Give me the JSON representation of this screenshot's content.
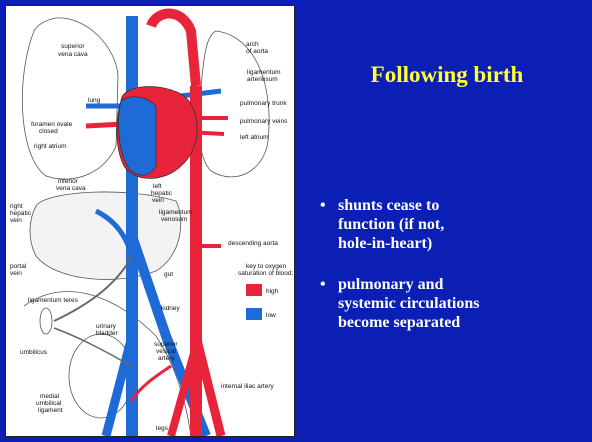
{
  "slide": {
    "title": "Following birth",
    "bullets": [
      {
        "text_lines": [
          "shunts cease to",
          "function (if not,",
          "hole-in-heart)"
        ]
      },
      {
        "text_lines": [
          "pulmonary and",
          "systemic circulations",
          "become separated"
        ]
      }
    ]
  },
  "diagram": {
    "labels": {
      "superior_vena_cava": [
        "superior",
        "vena cava"
      ],
      "lung": "lung",
      "foramen_ovale": [
        "foramen ovale",
        "closed"
      ],
      "right_atrium": "right atrium",
      "inferior_vena_cava": [
        "inferior",
        "vena cava"
      ],
      "left_hepatic_vein": [
        "left",
        "hepatic",
        "vein"
      ],
      "right_hepatic_vein": [
        "right",
        "hepatic",
        "vein"
      ],
      "ligamentum_venosum": [
        "ligamentum",
        "venosum"
      ],
      "portal_vein": [
        "portal",
        "vein"
      ],
      "ligamentum_teres": "ligamentum teres",
      "gut": "gut",
      "kidney": "kidney",
      "urinary_bladder": [
        "urinary",
        "bladder"
      ],
      "umbilicus": "umbilicus",
      "superior_vesical_artery": [
        "superior",
        "vesical",
        "artery"
      ],
      "medial_umbilical_ligament": [
        "medial",
        "umbilical",
        "ligament"
      ],
      "legs": "legs",
      "arch_of_aorta": [
        "arch",
        "of aorta"
      ],
      "ligamentum_arteriosum": [
        "ligamentum",
        "arteriosum"
      ],
      "pulmonary_trunk": "pulmonary trunk",
      "pulmonary_veins": "pulmonary veins",
      "left_atrium": "left atrium",
      "descending_aorta": "descending aorta",
      "internal_iliac_artery": "internal iliac artery"
    },
    "key": {
      "title": [
        "key to oxygen",
        "saturation of blood:"
      ],
      "high_label": "high",
      "low_label": "low",
      "high_color": "#e8243a",
      "low_color": "#1e6ad6"
    }
  }
}
